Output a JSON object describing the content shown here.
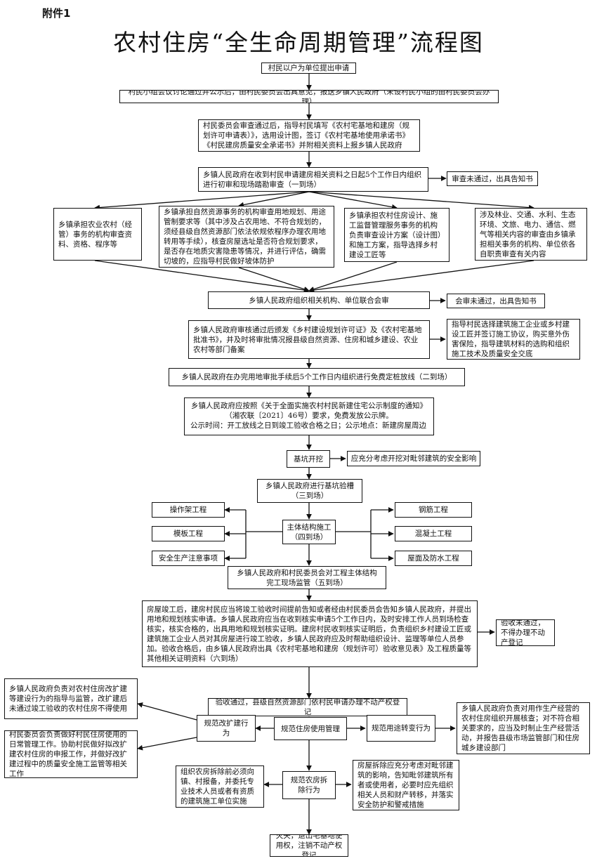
{
  "attachment_label": "附件1",
  "title": "农村住房“全生命周期管理”流程图",
  "steps": {
    "s1": "村民以户为单位提出申请",
    "s2": "村民小组会议讨论通过并公示后，由村民委员会出具意见，报送乡镇人民政府（未设村民小组的由村民委员会办理）",
    "s3": "村民委员会审查通过后，指导村民填写《农村宅基地和建房（规划许可申请表）》，选用设计图，签订《农村宅基地使用承诺书》《村民建房质量安全承诺书》并附相关资料上报乡镇人民政府",
    "s4": "乡镇人民政府在收到村民申请建房相关资料之日起5个工作日内组织进行初审和现场踏勘审查（一到场）",
    "s4_reject": "审查未通过，出具告知书",
    "d1": "乡镇承担农业农村（经管）事务的机构审查资料、资格、程序等",
    "d2": "乡镇承担自然资源事务的机构审查用地规划、用途管制要求等（其中涉及占农用地、不符合规划的，须经县级自然资源部门依法依规依程序办理农用地转用等手续），核查房屋选址是否符合规划要求，是否存在地质灾害隐患等情况，并进行评估，确需切坡的，应指导村民做好坡体防护",
    "d3": "乡镇承担农村住房设计、施工监督管理服务事务的机构负责审查设计方案（设计图）和施工方案，指导选择乡村建设工匠等",
    "d4": "涉及林业、交通、水利、生态环境、文旅、电力、通信、燃气等相关内容的审查由乡镇承担相关事务的机构、单位依各自职责审查有关内容",
    "s5": "乡镇人民政府组织相关机构、单位联合会审",
    "s5_reject": "会审未通过，出具告知书",
    "s6": "乡镇人民政府审核通过后颁发《乡村建设规划许可证》及《农村宅基地批准书》，并及时将审批情况报县级自然资源、住房和城乡建设、农业农村等部门备案",
    "s6_side": "指导村民选择建筑施工企业或乡村建设工匠并签订施工协议，购买意外伤害保险，指导建筑材料的选购和组织施工技术及质量安全交底",
    "s7": "乡镇人民政府在办完用地审批手续后5个工作日内组织进行免费定桩放线（二到场）",
    "s8_line1": "乡镇人民政府应按照《关于全面实施农村村民新建住宅公示制度的通知》",
    "s8_line2": "（湘农联〔2021〕46号）要求，免费发放公示牌。",
    "s8_line3": "公示时间：开工放线之日到竣工验收合格之日；公示地点：新建房屋周边",
    "s9": "基坑开挖",
    "s9_side": "应充分考虑开挖对毗邻建筑的安全影响",
    "s10_line1": "乡镇人民政府进行基坑验槽",
    "s10_line2": "（三到场）",
    "s11_line1": "主体结构施工",
    "s11_line2": "（四到场）",
    "left_items": [
      "操作架工程",
      "模板工程",
      "安全生产注意事项"
    ],
    "right_items": [
      "钢筋工程",
      "混凝土工程",
      "屋面及防水工程"
    ],
    "s12_line1": "乡镇人民政府和村民委员会对工程主体结构",
    "s12_line2": "完工现场监管（五到场）",
    "s13": "房屋竣工后，建房村民应当将竣工验收时间提前告知或者经由村民委员会告知乡镇人民政府，并提出用地和规划核实申请。乡镇人民政府应当在收到核实申请5个工作日内，及时安排工作人员到场检查核实，核实合格的，出具用地和规划核实证明。建房村民收到核实证明后，负责组织乡村建设工匠或建筑施工企业人员对其房屋进行竣工验收，乡镇人民政府应及时帮助组织设计、监理等单位人员参加。验收合格后，由乡镇人民政府出具《农村宅基地和建房（规划许可）验收意见表》及工程质量等其他相关证明资料（六到场）",
    "s13_reject": "验收未通过，不得办理不动产登记",
    "s14": "验收通过，县级自然资源部门依村民申请办理不动产权登记",
    "s15": "规范住房使用管理",
    "u_left": "规范改扩建行为",
    "u_left_top": "乡镇人民政府负责对农村住房改扩建等建设行为的指导与监管，改扩建后未通过竣工验收的农村住房不得使用",
    "u_left_bottom": "村民委员会负责做好村民住房使用的日常管理工作。协助村民做好拟改扩建农村住房的申报工作，并做好改扩建过程中的质量安全施工监管等相关工作",
    "u_right": "规范用途转变行为",
    "u_right_side": "乡镇人民政府负责对用作生产经营的农村住房组织开展核查；对不符合相关要求的，应当及时制止生产经营活动，并报告县级市场监管部门和住房城乡建设部门",
    "s16": "规范农房拆除行为",
    "s16_left": "组织农房拆除前必须向镇、村报备，并委托专业技术人员或者有资质的建筑施工单位实施",
    "s16_right": "房屋拆除应充分考虑对毗邻建筑的影响，告知毗邻建筑所有者或使用者，必要时应先组织相关人员和财产转移，并落实安全防护和警戒措施",
    "s17": "灭失，退出宅基地使用权，注销不动产权登记"
  }
}
